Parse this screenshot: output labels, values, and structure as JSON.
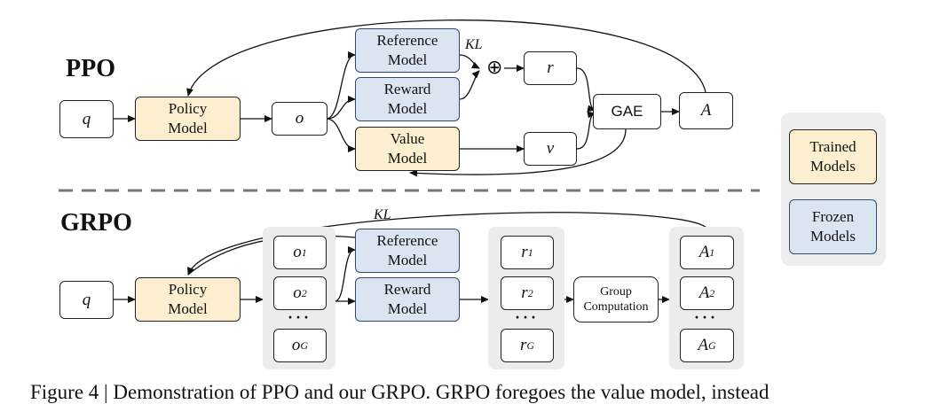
{
  "ppo": {
    "title": "PPO",
    "q": "q",
    "policy_model": "Policy Model",
    "o": "o",
    "reference_model": "Reference Model",
    "reward_model": "Reward Model",
    "value_model": "Value Model",
    "kl": "KL",
    "oplus": "⊕",
    "r": "r",
    "v": "v",
    "gae": "GAE",
    "a": "A"
  },
  "grpo": {
    "title": "GRPO",
    "q": "q",
    "policy_model": "Policy Model",
    "kl": "KL",
    "outputs": [
      "o",
      "o",
      "o"
    ],
    "output_subs": [
      "1",
      "2",
      "G"
    ],
    "reference_model": "Reference Model",
    "reward_model": "Reward Model",
    "rewards": [
      "r",
      "r",
      "r"
    ],
    "reward_subs": [
      "1",
      "2",
      "G"
    ],
    "group_computation": "Group Computation",
    "advantages": [
      "A",
      "A",
      "A"
    ],
    "advantage_subs": [
      "1",
      "2",
      "G"
    ],
    "dots": "···"
  },
  "legend": {
    "trained": "Trained Models",
    "frozen": "Frozen Models"
  },
  "colors": {
    "trained": "#fbefcf",
    "frozen": "#dbe5f2",
    "group_bg": "#ececec"
  },
  "caption": "Figure 4 | Demonstration of PPO and our GRPO. GRPO foregoes the value model, instead"
}
